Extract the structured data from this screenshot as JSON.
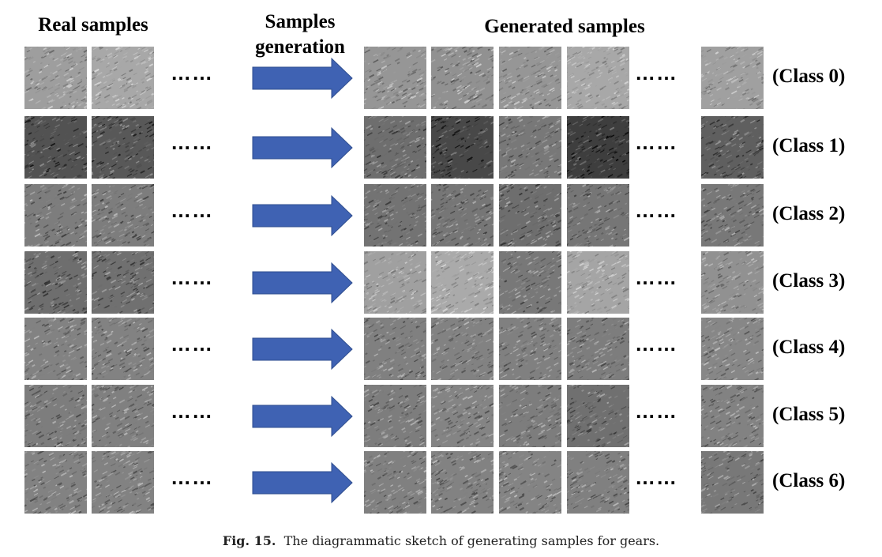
{
  "headers": {
    "real": "Real samples",
    "step_line1": "Samples",
    "step_line2": "generation",
    "generated": "Generated samples"
  },
  "ellipsis": "……",
  "rows": [
    {
      "label": "(Class 0)",
      "real": [
        [
          158,
          52
        ],
        [
          168,
          48
        ]
      ],
      "generated": [
        [
          150,
          55
        ],
        [
          145,
          60
        ],
        [
          150,
          55
        ],
        [
          168,
          45
        ],
        [
          160,
          50
        ]
      ]
    },
    {
      "label": "(Class 1)",
      "real": [
        [
          82,
          60
        ],
        [
          88,
          60
        ]
      ],
      "generated": [
        [
          110,
          60
        ],
        [
          72,
          55
        ],
        [
          120,
          60
        ],
        [
          62,
          55
        ],
        [
          95,
          60
        ]
      ]
    },
    {
      "label": "(Class 2)",
      "real": [
        [
          125,
          60
        ],
        [
          125,
          60
        ]
      ],
      "generated": [
        [
          115,
          55
        ],
        [
          118,
          55
        ],
        [
          110,
          60
        ],
        [
          118,
          55
        ],
        [
          120,
          55
        ]
      ]
    },
    {
      "label": "(Class 3)",
      "real": [
        [
          110,
          60
        ],
        [
          112,
          60
        ]
      ],
      "generated": [
        [
          160,
          45
        ],
        [
          170,
          45
        ],
        [
          120,
          55
        ],
        [
          165,
          45
        ],
        [
          145,
          50
        ]
      ]
    },
    {
      "label": "(Class 4)",
      "real": [
        [
          130,
          55
        ],
        [
          130,
          55
        ]
      ],
      "generated": [
        [
          128,
          55
        ],
        [
          130,
          55
        ],
        [
          128,
          55
        ],
        [
          125,
          55
        ],
        [
          135,
          55
        ]
      ]
    },
    {
      "label": "(Class 5)",
      "real": [
        [
          125,
          58
        ],
        [
          128,
          58
        ]
      ],
      "generated": [
        [
          125,
          55
        ],
        [
          132,
          55
        ],
        [
          125,
          55
        ],
        [
          112,
          55
        ],
        [
          130,
          55
        ]
      ]
    },
    {
      "label": "(Class 6)",
      "real": [
        [
          130,
          55
        ],
        [
          130,
          55
        ]
      ],
      "generated": [
        [
          128,
          58
        ],
        [
          130,
          58
        ],
        [
          132,
          58
        ],
        [
          128,
          58
        ],
        [
          120,
          58
        ]
      ]
    }
  ],
  "colors": {
    "arrow": "#3F62B3",
    "arrow_stroke": "#2F4E8F"
  },
  "caption": {
    "fig": "Fig. 15.",
    "text": "The diagrammatic sketch of generating samples for gears."
  }
}
